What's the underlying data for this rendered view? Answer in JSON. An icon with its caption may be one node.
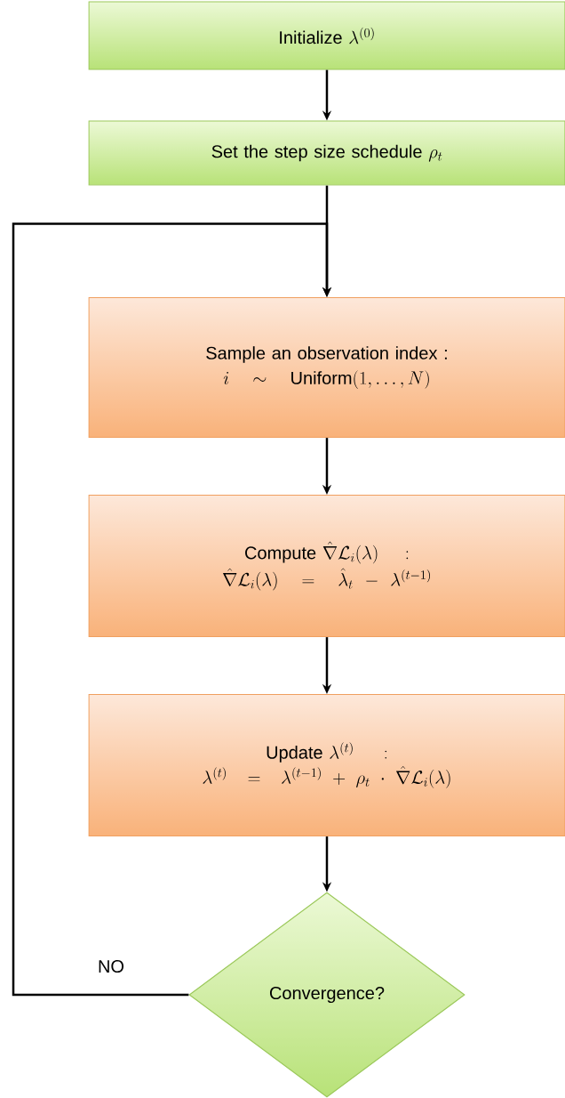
{
  "diagram": {
    "nodes": [
      {
        "text": [
          "Initialize",
          "\\lambda^{(0)}"
        ]
      },
      {
        "text": [
          "Set the step size schedule",
          "\\rho_t"
        ]
      },
      {
        "text": [
          "Sample an observation index :",
          "i \\sim \\mathrm{Uniform}(1,\\ldots,N)"
        ]
      },
      {
        "text": [
          "Compute",
          "\\hat{\\nabla}\\mathcal{L}_i(\\lambda):",
          "\\hat{\\nabla}\\mathcal{L}_i(\\lambda) = \\hat{\\lambda}_t - \\lambda^{(t-1)}"
        ]
      },
      {
        "text": [
          "Update",
          "\\lambda^{(t)}:",
          "\\lambda^{(t)} = \\lambda^{(t-1)} + \\rho_t \\cdot \\hat{\\nabla}\\mathcal{L}_i(\\lambda)"
        ]
      },
      {
        "text": [
          "Convergence?"
        ]
      }
    ],
    "edges": [
      {
        "from": 0,
        "to": 1,
        "arrow": "to"
      },
      {
        "from": 1,
        "to": 2,
        "arrow": "to"
      },
      {
        "from": 2,
        "to": 3,
        "arrow": "to"
      },
      {
        "from": 3,
        "to": 4,
        "arrow": "to"
      },
      {
        "from": 4,
        "to": 5,
        "arrow": "to"
      },
      {
        "from": 5,
        "to": 2,
        "arrow": "to",
        "label": "NO"
      }
    ]
  }
}
